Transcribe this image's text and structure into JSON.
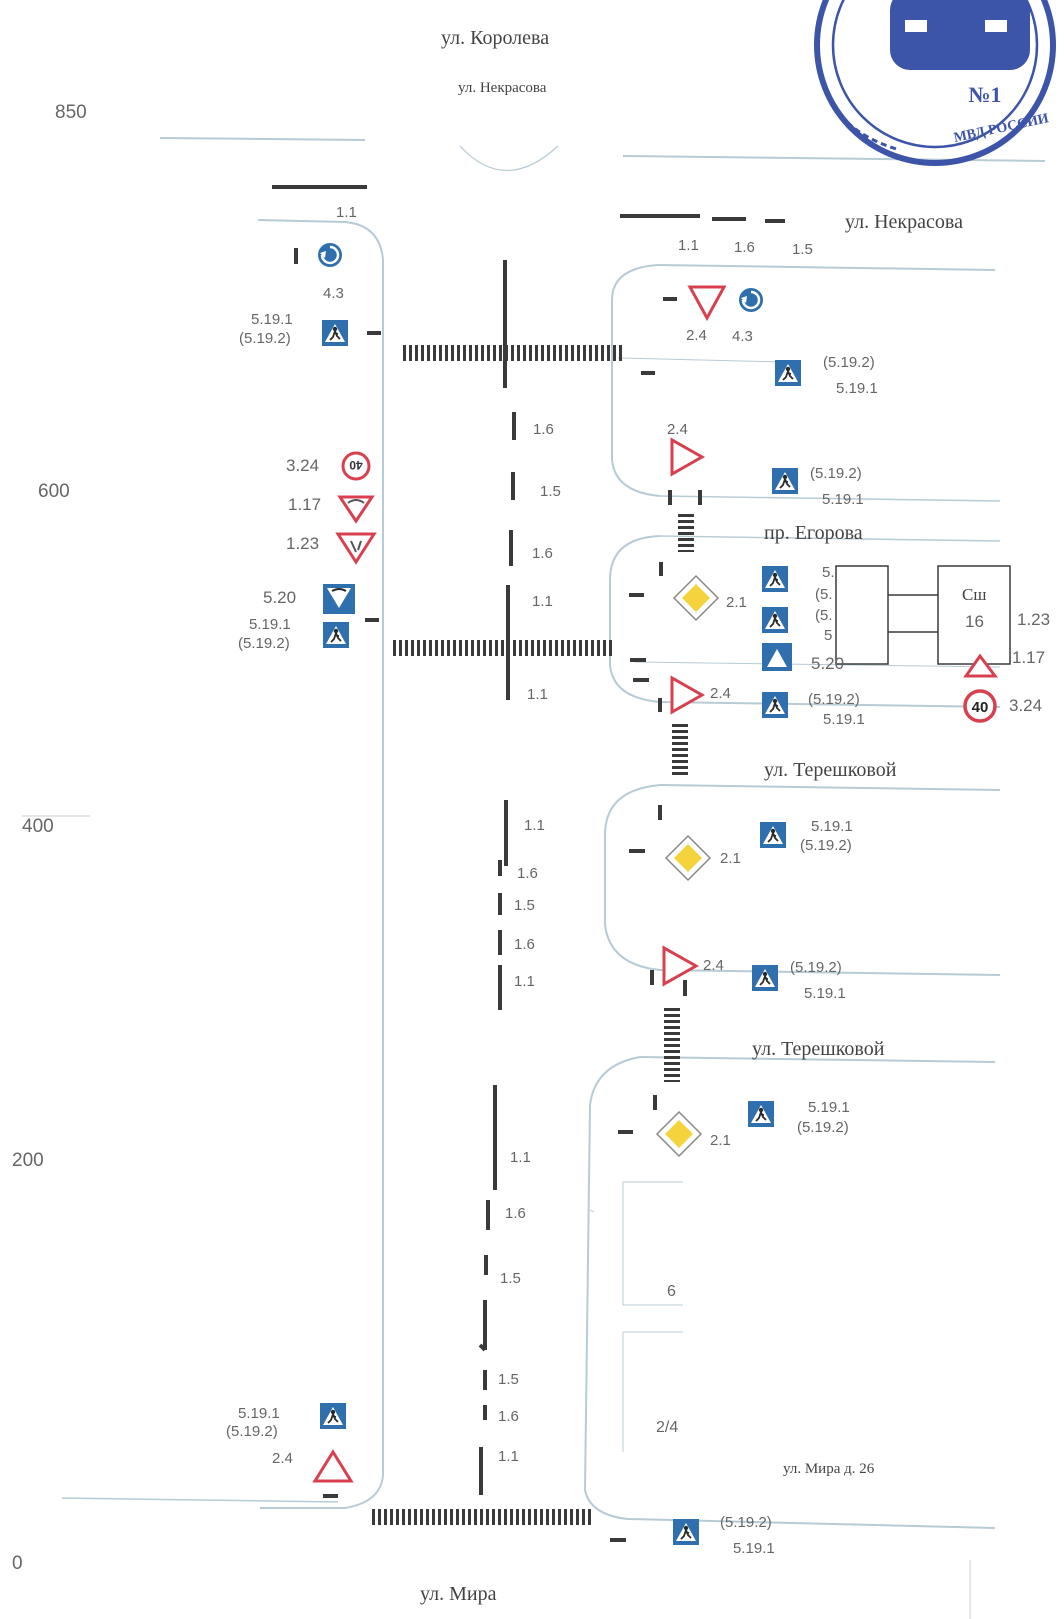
{
  "streets": {
    "koroleva": "ул. Королева",
    "nekrasova_top": "ул. Некрасова",
    "nekrasova_right": "ул. Некрасова",
    "egorova": "пр. Егорова",
    "tereshkovoy_1": "ул. Терешковой",
    "tereshkovoy_2": "ул. Терешковой",
    "mira": "ул. Мира",
    "mira_house": "ул. Мира д. 26"
  },
  "axis": {
    "a850": "850",
    "a600": "600",
    "a400": "400",
    "a200": "200",
    "a0": "0"
  },
  "buildings": {
    "school_name": "Сш",
    "school_number": "16",
    "b6": "6",
    "b24": "2/4"
  },
  "speed_limit": "40",
  "markings": {
    "m1": "1.1",
    "m2": "1.1",
    "m3": "1.6",
    "m4": "1.5",
    "m5": "1.6",
    "m6": "1.5",
    "m7": "1.6",
    "m8": "1.1",
    "m9": "1.1",
    "m10": "1.1",
    "m11": "1.6",
    "m12": "1.5",
    "m13": "1.6",
    "m14": "1.1",
    "m15": "1.1",
    "m16": "1.6",
    "m17": "1.5",
    "m18": "1.5",
    "m19": "1.6",
    "m20": "1.1"
  },
  "signs": {
    "l_43": "4.3",
    "l_5191a": "5.19.1",
    "l_5192a": "(5.19.2)",
    "l_324": "3.24",
    "l_117": "1.17",
    "l_123": "1.23",
    "l_520": "5.20",
    "l_5191b": "5.19.1",
    "l_5192b": "(5.19.2)",
    "l_5191c": "5.19.1",
    "l_5192c": "(5.19.2)",
    "l_24c": "2.4",
    "r_24a": "2.4",
    "r_43a": "4.3",
    "r_5192a": "(5.19.2)",
    "r_5191a": "5.19.1",
    "r_24b": "2.4",
    "r_5192b": "(5.19.2)",
    "r_5191b": "5.19.1",
    "r_21a": "2.1",
    "r_5a": "5.",
    "r_5b": "(5.",
    "r_5c": "(5.",
    "r_5d": "5",
    "r_520": "5.20",
    "r_24c": "2.4",
    "r_5192c": "(5.19.2)",
    "r_5191c": "5.19.1",
    "r_123": "1.23",
    "r_117": "1.17",
    "r_324": "3.24",
    "r_21b": "2.1",
    "r_5191d": "5.19.1",
    "r_5192d": "(5.19.2)",
    "r_24d": "2.4",
    "r_5192e": "(5.19.2)",
    "r_5191e": "5.19.1",
    "r_21c": "2.1",
    "r_5191f": "5.19.1",
    "r_5192f": "(5.19.2)",
    "r_5192g": "(5.19.2)",
    "r_5191g": "5.19.1"
  },
  "stamp": {
    "number": "№1",
    "org": "МВД РОССИИ"
  },
  "colors": {
    "curb": "#b7cbd6",
    "marking": "#3a3a3a",
    "sign_red": "#d8404f",
    "sign_blue": "#2f6fae",
    "main_road_yellow": "#f5d33d"
  }
}
